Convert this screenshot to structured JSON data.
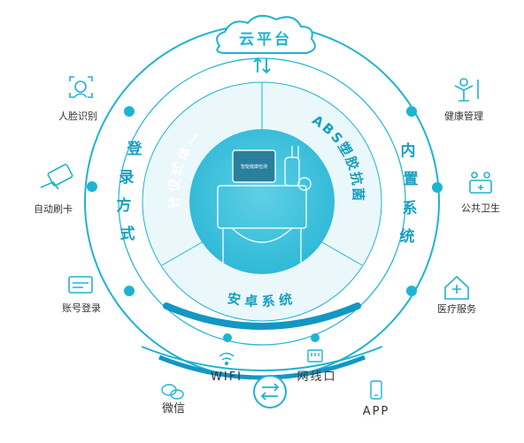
{
  "cloud": {
    "label": "云平台"
  },
  "center": {
    "left_arc": "计设式体一",
    "right_arc": "ABS塑胶抗菌",
    "bottom_arc": "安卓系统",
    "device_screen_text": "智能健康检测"
  },
  "login": {
    "title_chars": [
      "登",
      "录",
      "方",
      "式"
    ],
    "items": [
      {
        "label": "人脸识别",
        "icon": "face-scan-icon"
      },
      {
        "label": "自动刷卡",
        "icon": "card-swipe-icon"
      },
      {
        "label": "账号登录",
        "icon": "account-card-icon"
      }
    ]
  },
  "builtin": {
    "title_chars": [
      "内",
      "置",
      "系",
      "统"
    ],
    "items": [
      {
        "label": "健康管理",
        "icon": "health-management-icon"
      },
      {
        "label": "公共卫生",
        "icon": "public-health-icon"
      },
      {
        "label": "医疗服务",
        "icon": "medical-service-icon"
      }
    ]
  },
  "connectivity": {
    "wifi": "WIFI",
    "lan": "网线口",
    "wechat": "微信",
    "app": "APP"
  },
  "colors": {
    "accent": "#1fb3d2",
    "accent_dark": "#1297c4",
    "text": "#333333"
  }
}
